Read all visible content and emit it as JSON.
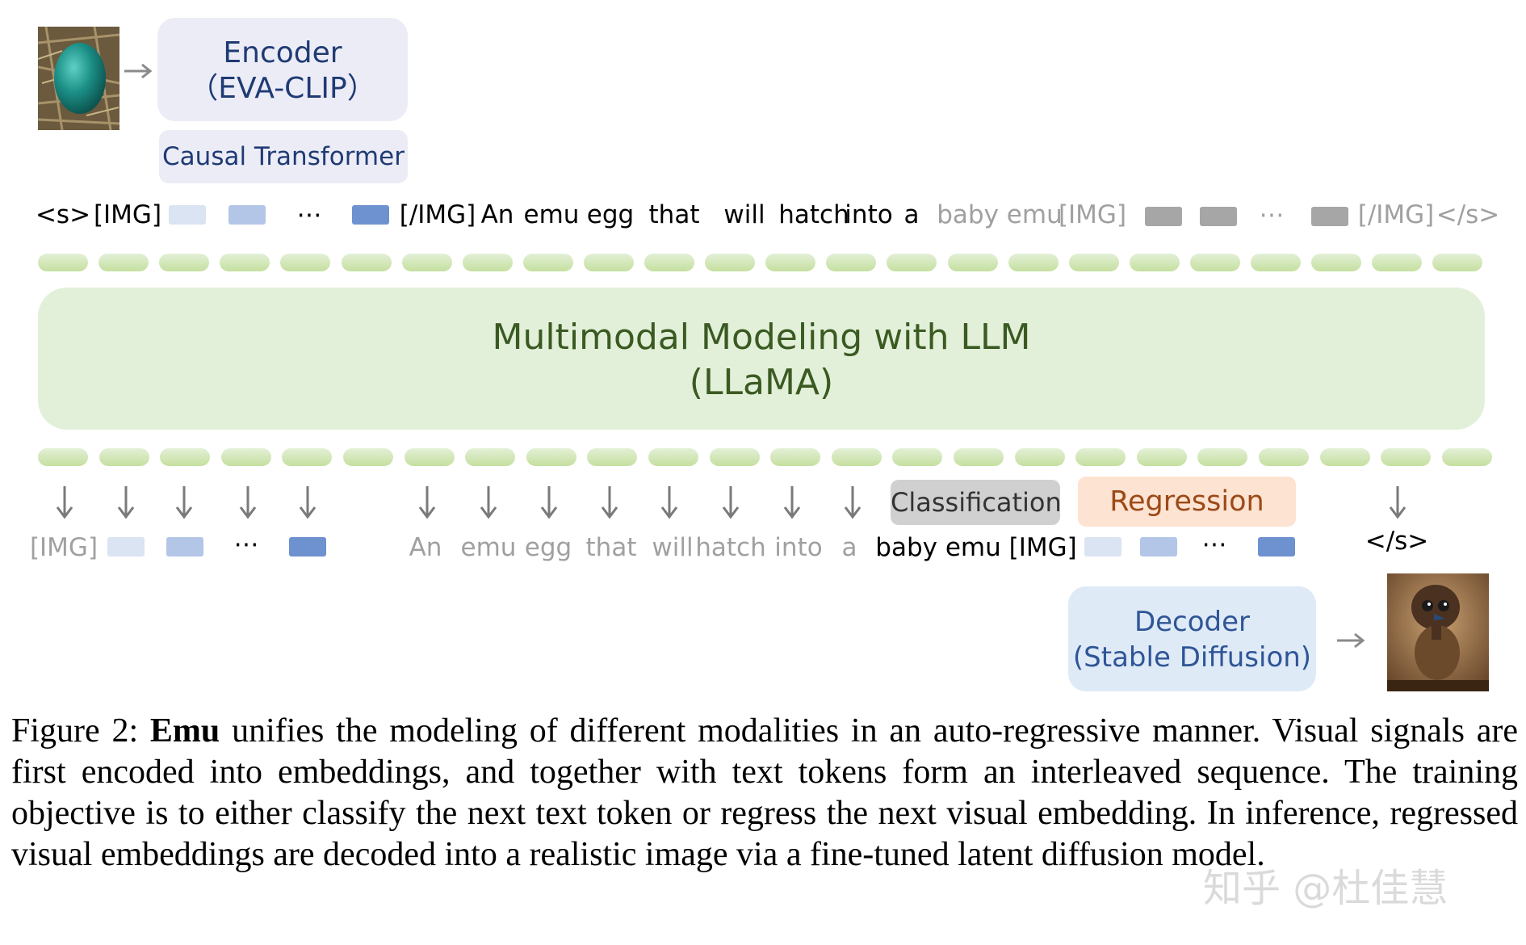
{
  "encoder": {
    "title": "Encoder",
    "subtitle": "（EVA-CLIP）"
  },
  "causal_transformer": "Causal Transformer",
  "llm": {
    "title": "Multimodal Modeling with LLM",
    "subtitle": "(LLaMA)"
  },
  "decoder": {
    "title": "Decoder",
    "subtitle": "(Stable Diffusion)"
  },
  "heads": {
    "classification": "Classification",
    "regression": "Regression"
  },
  "input_tokens": {
    "s_open": "<s>",
    "img_open": "[IMG]",
    "ellipsis": "⋯",
    "img_close": "[/IMG]",
    "words": [
      "An",
      "emu",
      "egg",
      "that",
      "will",
      "hatch",
      "into",
      "a"
    ],
    "faded_words": "baby emu",
    "faded_img_open": "[IMG]",
    "faded_ellipsis": "⋯",
    "faded_img_close": "[/IMG]",
    "faded_s_close": "</s>"
  },
  "output_tokens": {
    "img_open": "[IMG]",
    "ellipsis": "⋯",
    "words": [
      "An",
      "emu",
      "egg",
      "that",
      "will",
      "hatch",
      "into",
      "a"
    ],
    "target": "baby emu [IMG]",
    "ellipsis2": "⋯",
    "s_close": "</s>"
  },
  "colors": {
    "token_light": "#dae4f3",
    "token_mid": "#b4c6e7",
    "token_dark": "#6e91d0",
    "token_grey": "#a6a6a6",
    "faded_text": "#a0a0a0",
    "llm_fill": "#e2f0d9"
  },
  "caption": {
    "label": "Figure 2:",
    "bold": "Emu",
    "text": "unifies the modeling of different modalities in an auto-regressive manner. Visual signals are first encoded into embeddings, and together with text tokens form an interleaved sequence. The training objective is to either classify the next text token or regress the next visual embedding. In inference, regressed visual embeddings are decoded into a realistic image via a fine-tuned latent diffusion model."
  },
  "watermark": "知乎 @杜佳慧",
  "images": {
    "input": "emu-egg-photo",
    "output": "baby-emu-photo"
  }
}
